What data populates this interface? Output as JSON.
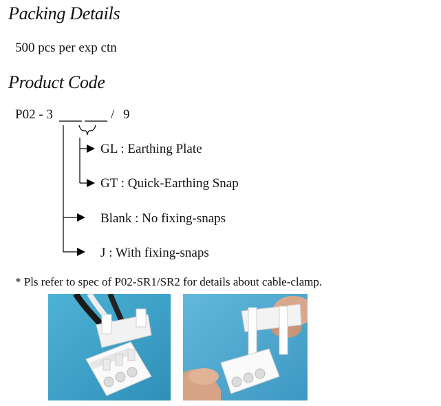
{
  "packing": {
    "heading": "Packing Details",
    "text": "500 pcs per exp ctn"
  },
  "product_code": {
    "heading": "Product Code",
    "code_prefix": "P02 - 3",
    "code_separator": "/",
    "code_suffix": "9",
    "options": [
      {
        "label": "GL : Earthing Plate"
      },
      {
        "label": "GT : Quick-Earthing Snap"
      },
      {
        "label": "Blank : No fixing-snaps"
      },
      {
        "label": "J : With fixing-snaps"
      }
    ],
    "note": "* Pls refer to spec of P02-SR1/SR2 for details about cable-clamp."
  },
  "photos": [
    {
      "name": "connector-with-cable-clamp-photo",
      "background": "#3fa3c9"
    },
    {
      "name": "hand-holding-clamp-photo",
      "background": "#55aed4"
    }
  ]
}
